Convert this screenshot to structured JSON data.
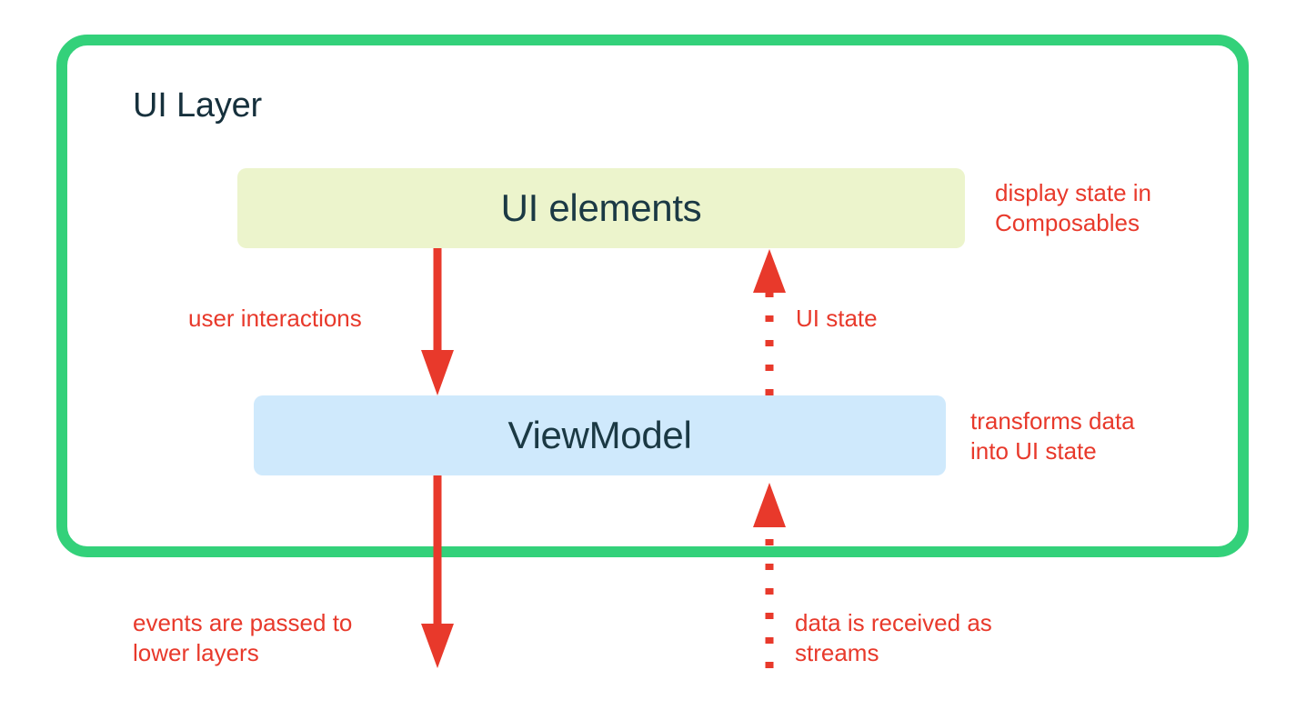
{
  "diagram": {
    "title": "UI Layer",
    "container": {
      "label": "UI Layer",
      "border_color": "#33d17a"
    },
    "components": [
      {
        "id": "ui-elements",
        "label": "UI elements",
        "fill_color": "#ecf4cc",
        "text_color": "#1b3944"
      },
      {
        "id": "viewmodel",
        "label": "ViewModel",
        "fill_color": "#cfe9fc",
        "text_color": "#1b3944"
      }
    ],
    "annotations": {
      "display_state": "display state in\nComposables",
      "user_interactions": "user interactions",
      "ui_state": "UI state",
      "transforms": "transforms data\ninto UI state",
      "events_passed": "events are passed to\nlower layers",
      "data_streams": "data is received as\nstreams"
    },
    "arrows": [
      {
        "id": "user-interactions-arrow",
        "style": "solid",
        "direction": "down",
        "from": "UI elements",
        "to": "ViewModel",
        "color": "#e8392b"
      },
      {
        "id": "ui-state-arrow",
        "style": "dotted",
        "direction": "up",
        "from": "ViewModel",
        "to": "UI elements",
        "color": "#e8392b"
      },
      {
        "id": "events-down-arrow",
        "style": "solid",
        "direction": "down",
        "from": "ViewModel",
        "to": "lower layers",
        "color": "#e8392b"
      },
      {
        "id": "data-streams-arrow",
        "style": "dotted",
        "direction": "up",
        "from": "lower layers",
        "to": "ViewModel",
        "color": "#e8392b"
      }
    ],
    "colors": {
      "accent_green": "#33d17a",
      "accent_red": "#e8392b",
      "box_yellow": "#ecf4cc",
      "box_blue": "#cfe9fc",
      "text_dark": "#16303c",
      "background": "#ffffff"
    }
  }
}
